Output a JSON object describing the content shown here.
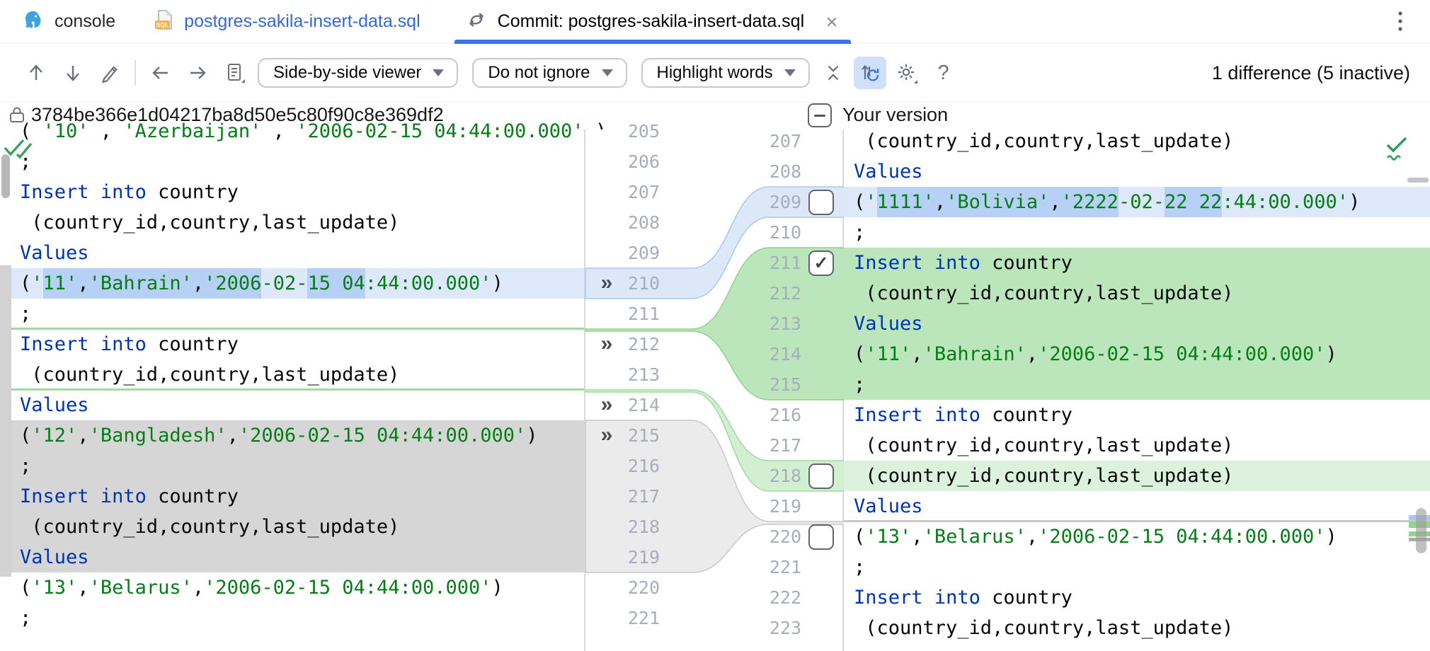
{
  "tabs": {
    "console": {
      "label": "console"
    },
    "file": {
      "label": "postgres-sakila-insert-data.sql"
    },
    "commit": {
      "label": "Commit: postgres-sakila-insert-data.sql",
      "active": true
    }
  },
  "toolbar": {
    "viewer_dropdown": "Side-by-side viewer",
    "ignore_dropdown": "Do not ignore",
    "highlight_dropdown": "Highlight words",
    "help_label": "?",
    "status": "1 difference (5 inactive)"
  },
  "headers": {
    "left_revision": "3784be366e1d04217ba8d50e5c80f90c8e369df2",
    "right_title": "Your version"
  },
  "icons": {
    "postgres-icon": "elephant",
    "sql-file-icon": "SQL",
    "diff-icon": "swap-arrows",
    "close-icon": "x",
    "kebab-icon": "⋮",
    "arrow-up-icon": "up",
    "arrow-down-icon": "down",
    "edit-icon": "pencil",
    "back-icon": "left",
    "forward-icon": "right",
    "changelist-icon": "document-list",
    "collapse-icon": "chevrons-inward",
    "sync-scroll-icon": "arrows-refresh",
    "settings-icon": "gear",
    "lock-icon": "lock",
    "collapse-box-icon": "minus-box",
    "accepted-icon": "double-check",
    "inspections-ok-icon": "check-squiggle",
    "chevrons-right": "»",
    "check-glyph": "✓"
  },
  "colors": {
    "accent": "#3574F0",
    "modified_file": "#3369D6",
    "keyword": "#0033B3",
    "string": "#067D17",
    "changed_row": "#DDE8FA",
    "changed_word": "#B7D0F5",
    "added_row": "#BBE6BB",
    "added_row_light": "#DCF2DC",
    "inactive_row": "#D6D6D6",
    "line_number": "#A8ADBD",
    "icon": "#6C707E",
    "success": "#2FA05A"
  },
  "diff": {
    "left": {
      "lines": [
        {
          "n": 205,
          "seg": [
            [
              "p",
              "( "
            ],
            [
              "s",
              "'10'"
            ],
            [
              "p",
              " , "
            ],
            [
              "s",
              "'Azerbaijan'"
            ],
            [
              "p",
              " , "
            ],
            [
              "s",
              "'2006-02-15 04:44:00.000'"
            ],
            [
              "p",
              " )"
            ]
          ]
        },
        {
          "n": 206,
          "seg": [
            [
              "p",
              ";"
            ]
          ]
        },
        {
          "n": 207,
          "seg": [
            [
              "k",
              "Insert"
            ],
            [
              "p",
              " "
            ],
            [
              "k",
              "into"
            ],
            [
              "p",
              " country"
            ]
          ]
        },
        {
          "n": 208,
          "seg": [
            [
              "p",
              " (country_id,country,last_update)"
            ]
          ]
        },
        {
          "n": 209,
          "seg": [
            [
              "k",
              "Values"
            ]
          ]
        },
        {
          "n": 210,
          "bg": "blue",
          "chev": true,
          "seg": [
            [
              "p",
              "("
            ],
            [
              "s",
              "'"
            ],
            [
              "s",
              "11'",
              1
            ],
            [
              "p",
              ",",
              1
            ],
            [
              "s",
              "'Bahrain'",
              1
            ],
            [
              "p",
              ",",
              1
            ],
            [
              "s",
              "'2006",
              1
            ],
            [
              "s",
              "-02-"
            ],
            [
              "s",
              "15 04",
              1
            ],
            [
              "s",
              ":44:00.000'"
            ],
            [
              "p",
              ")"
            ]
          ]
        },
        {
          "n": 211,
          "sep": "green",
          "seg": [
            [
              "p",
              ";"
            ]
          ]
        },
        {
          "n": 212,
          "chev": true,
          "seg": [
            [
              "k",
              "Insert"
            ],
            [
              "p",
              " "
            ],
            [
              "k",
              "into"
            ],
            [
              "p",
              " country"
            ]
          ]
        },
        {
          "n": 213,
          "sep": "green",
          "seg": [
            [
              "p",
              " (country_id,country,last_update)"
            ]
          ]
        },
        {
          "n": 214,
          "chev": true,
          "seg": [
            [
              "k",
              "Values"
            ]
          ]
        },
        {
          "n": 215,
          "bg": "gray",
          "chev": true,
          "seg": [
            [
              "p",
              "("
            ],
            [
              "s",
              "'12'"
            ],
            [
              "p",
              ","
            ],
            [
              "s",
              "'Bangladesh'"
            ],
            [
              "p",
              ","
            ],
            [
              "s",
              "'2006-02-15 04:44:00.000'"
            ],
            [
              "p",
              ")"
            ]
          ]
        },
        {
          "n": 216,
          "bg": "gray",
          "seg": [
            [
              "p",
              ";"
            ]
          ]
        },
        {
          "n": 217,
          "bg": "gray",
          "seg": [
            [
              "k",
              "Insert"
            ],
            [
              "p",
              " "
            ],
            [
              "k",
              "into"
            ],
            [
              "p",
              " country"
            ]
          ]
        },
        {
          "n": 218,
          "bg": "gray",
          "seg": [
            [
              "p",
              " (country_id,country,last_update)"
            ]
          ]
        },
        {
          "n": 219,
          "bg": "gray",
          "seg": [
            [
              "k",
              "Values"
            ]
          ]
        },
        {
          "n": 220,
          "seg": [
            [
              "p",
              "("
            ],
            [
              "s",
              "'13'"
            ],
            [
              "p",
              ","
            ],
            [
              "s",
              "'Belarus'"
            ],
            [
              "p",
              ","
            ],
            [
              "s",
              "'2006-02-15 04:44:00.000'"
            ],
            [
              "p",
              ")"
            ]
          ]
        },
        {
          "n": 221,
          "seg": [
            [
              "p",
              ";"
            ]
          ]
        }
      ]
    },
    "right": {
      "lines": [
        {
          "n": 207,
          "seg": [
            [
              "p",
              " (country_id,country,last_update)"
            ]
          ]
        },
        {
          "n": 208,
          "seg": [
            [
              "k",
              "Values"
            ]
          ]
        },
        {
          "n": 209,
          "bg": "blue",
          "cb": "unchecked",
          "seg": [
            [
              "p",
              "("
            ],
            [
              "s",
              "'"
            ],
            [
              "s",
              "1111'",
              1
            ],
            [
              "p",
              ",",
              1
            ],
            [
              "s",
              "'Bolivia'",
              1
            ],
            [
              "p",
              ",",
              1
            ],
            [
              "s",
              "'2222",
              1
            ],
            [
              "s",
              "-02-"
            ],
            [
              "s",
              "22 22",
              1
            ],
            [
              "s",
              ":44:00.000'"
            ],
            [
              "p",
              ")"
            ]
          ]
        },
        {
          "n": 210,
          "seg": [
            [
              "p",
              ";"
            ]
          ]
        },
        {
          "n": 211,
          "bg": "green",
          "cb": "checked",
          "seg": [
            [
              "k",
              "Insert"
            ],
            [
              "p",
              " "
            ],
            [
              "k",
              "into"
            ],
            [
              "p",
              " country"
            ]
          ]
        },
        {
          "n": 212,
          "bg": "green",
          "seg": [
            [
              "p",
              " (country_id,country,last_update)"
            ]
          ]
        },
        {
          "n": 213,
          "bg": "green",
          "seg": [
            [
              "k",
              "Values"
            ]
          ]
        },
        {
          "n": 214,
          "bg": "green",
          "seg": [
            [
              "p",
              "("
            ],
            [
              "s",
              "'11'"
            ],
            [
              "p",
              ","
            ],
            [
              "s",
              "'Bahrain'"
            ],
            [
              "p",
              ","
            ],
            [
              "s",
              "'2006-02-15 04:44:00.000'"
            ],
            [
              "p",
              ")"
            ]
          ]
        },
        {
          "n": 215,
          "bg": "green",
          "seg": [
            [
              "p",
              ";"
            ]
          ]
        },
        {
          "n": 216,
          "seg": [
            [
              "k",
              "Insert"
            ],
            [
              "p",
              " "
            ],
            [
              "k",
              "into"
            ],
            [
              "p",
              " country"
            ]
          ]
        },
        {
          "n": 217,
          "seg": [
            [
              "p",
              " (country_id,country,last_update)"
            ]
          ]
        },
        {
          "n": 218,
          "bg": "lgreen",
          "cb": "unchecked",
          "seg": [
            [
              "p",
              " (country_id,country,last_update)"
            ]
          ]
        },
        {
          "n": 219,
          "sep": "gray",
          "seg": [
            [
              "k",
              "Values"
            ]
          ]
        },
        {
          "n": 220,
          "cb": "unchecked",
          "seg": [
            [
              "p",
              "("
            ],
            [
              "s",
              "'13'"
            ],
            [
              "p",
              ","
            ],
            [
              "s",
              "'Belarus'"
            ],
            [
              "p",
              ","
            ],
            [
              "s",
              "'2006-02-15 04:44:00.000'"
            ],
            [
              "p",
              ")"
            ]
          ]
        },
        {
          "n": 221,
          "seg": [
            [
              "p",
              ";"
            ]
          ]
        },
        {
          "n": 222,
          "seg": [
            [
              "k",
              "Insert"
            ],
            [
              "p",
              " "
            ],
            [
              "k",
              "into"
            ],
            [
              "p",
              " country"
            ]
          ]
        },
        {
          "n": 223,
          "seg": [
            [
              "p",
              " (country_id,country,last_update)"
            ]
          ]
        }
      ]
    }
  }
}
